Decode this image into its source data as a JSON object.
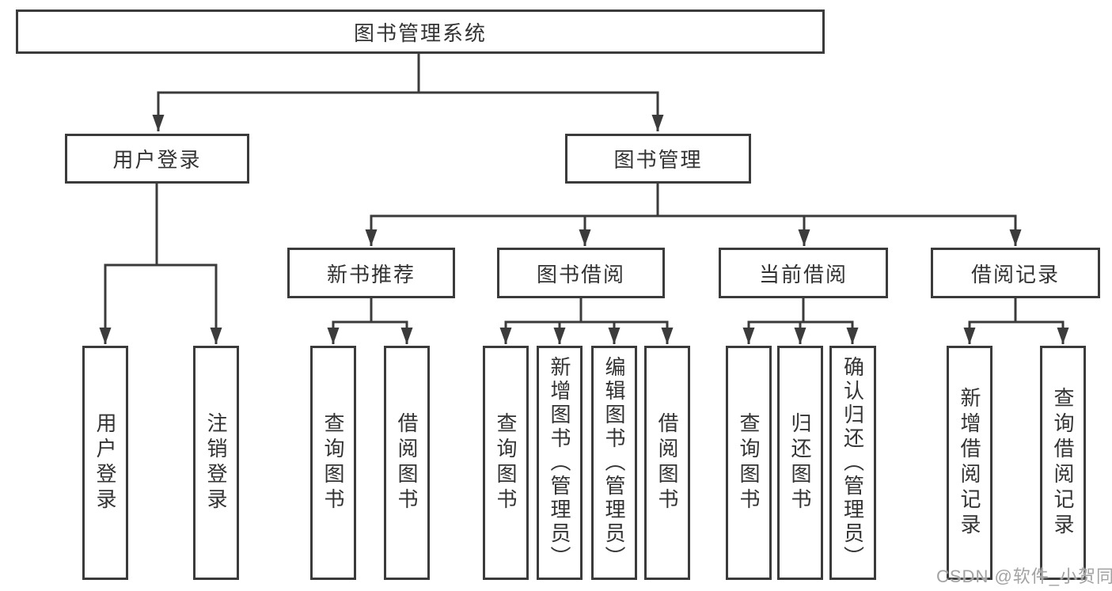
{
  "nodes": {
    "root": "图书管理系统",
    "level2": [
      "用户登录",
      "图书管理"
    ],
    "level3": [
      "新书推荐",
      "图书借阅",
      "当前借阅",
      "借阅记录"
    ],
    "leaves": {
      "user_login": [
        "用户登录",
        "注销登录"
      ],
      "new_book_recommend": [
        "查询图书",
        "借阅图书"
      ],
      "book_borrow": [
        "查询图书",
        "新增图书（管理员）",
        "编辑图书（管理员）",
        "借阅图书"
      ],
      "current_borrow": [
        "查询图书",
        "归还图书",
        "确认归还（管理员）"
      ],
      "borrow_records": [
        "新增借阅记录",
        "查询借阅记录"
      ]
    }
  },
  "colors": {
    "line": "#3b3b3b",
    "text": "#333333",
    "background": "#ffffff",
    "watermark": "#a3a3a3"
  },
  "watermark": "CSDN @软件_小贺同学"
}
